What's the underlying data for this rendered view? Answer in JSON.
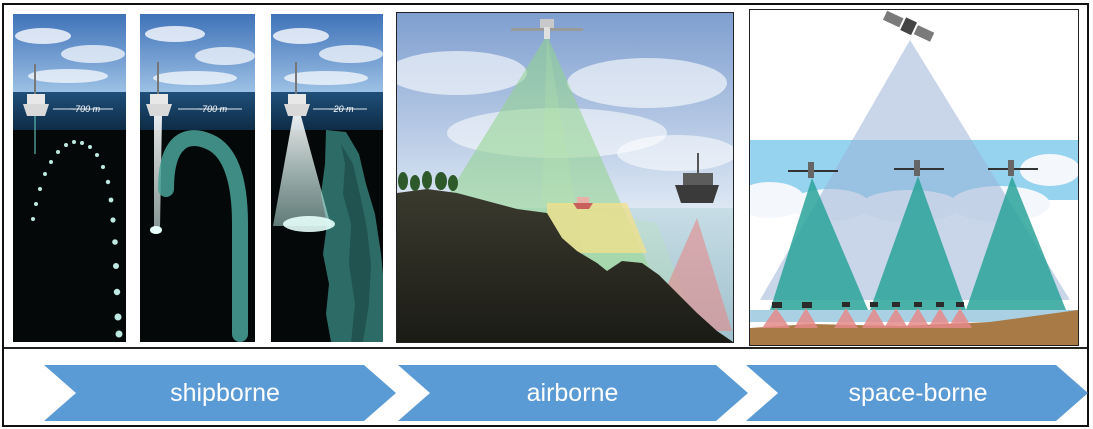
{
  "figure": {
    "stages": [
      {
        "id": "shipborne",
        "label": "shipborne"
      },
      {
        "id": "airborne",
        "label": "airborne"
      },
      {
        "id": "space-borne",
        "label": "space-borne"
      }
    ],
    "ship_panels": [
      {
        "depth_label": "~700 m"
      },
      {
        "depth_label": "~700 m"
      },
      {
        "depth_label": "~20 m"
      }
    ]
  },
  "colors": {
    "chevron": "#5b9bd5",
    "sea_surface": "#2f6b8f",
    "deep_water": "#050808",
    "glow": "#5fb7ae",
    "laser_green": "#8fd38a",
    "laser_yellow": "#f3e08a",
    "laser_red": "#e58a8a",
    "satellite_beam": "#9cb5d8",
    "aircraft_beam": "#2aa39a",
    "sea_bottom": "#a87a45"
  }
}
